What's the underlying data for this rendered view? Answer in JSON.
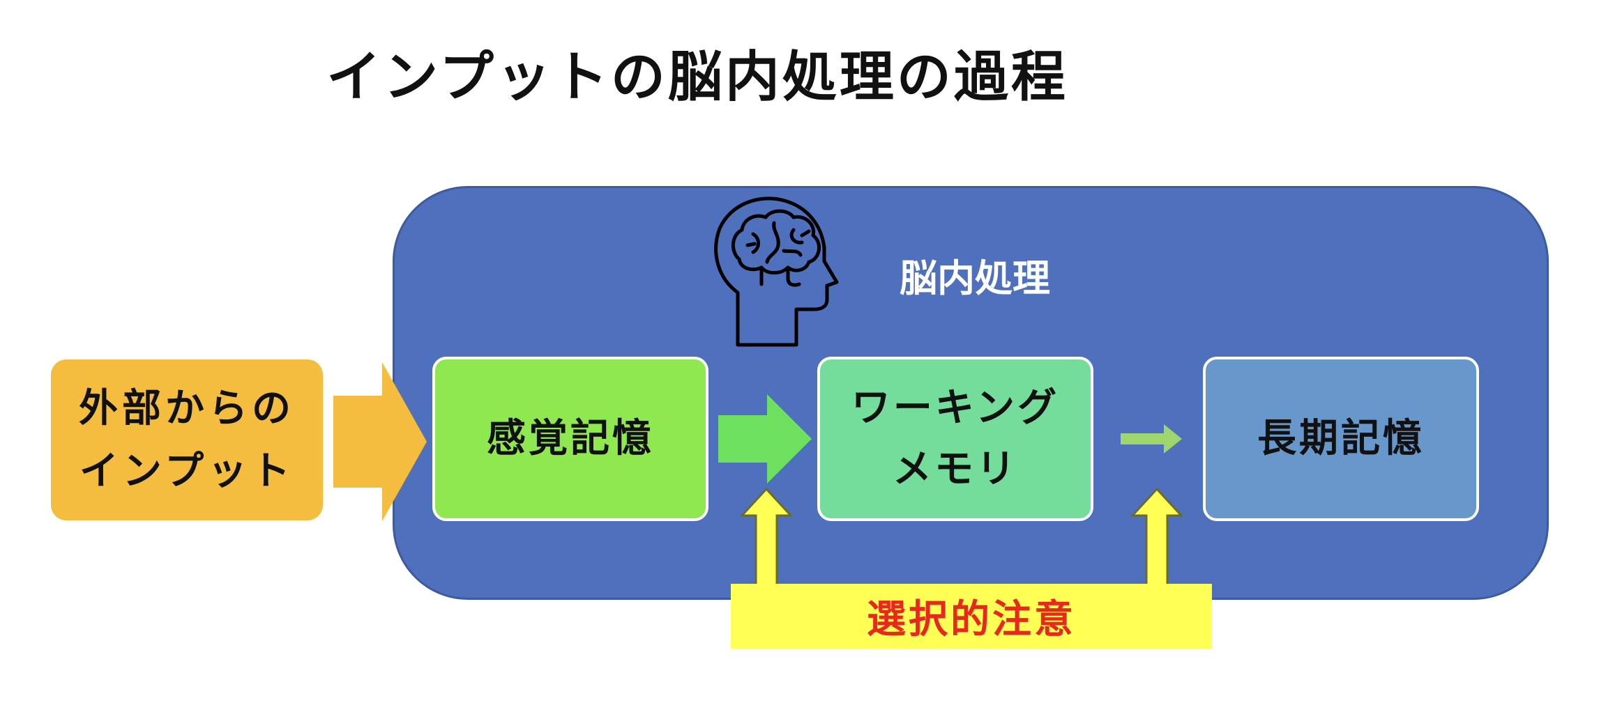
{
  "title": "インプットの脳内処理の過程",
  "brain_panel": {
    "label": "脳内処理",
    "icon": "brain-head-icon"
  },
  "input_box": {
    "lines": [
      "外部からの",
      "インプット"
    ]
  },
  "sensory_memory": {
    "label": "感覚記憶"
  },
  "working_memory": {
    "lines": [
      "ワーキング",
      "メモリ"
    ]
  },
  "long_term_memory": {
    "label": "長期記憶"
  },
  "selective_attention": {
    "label": "選択的注意"
  },
  "colors": {
    "panel": "#4f70bd",
    "input": "#f4bd40",
    "sensory": "#8fe84f",
    "working": "#74dd9c",
    "long_term": "#6897cc",
    "attention_bg": "#ffff55",
    "attention_text": "#e8281c"
  }
}
